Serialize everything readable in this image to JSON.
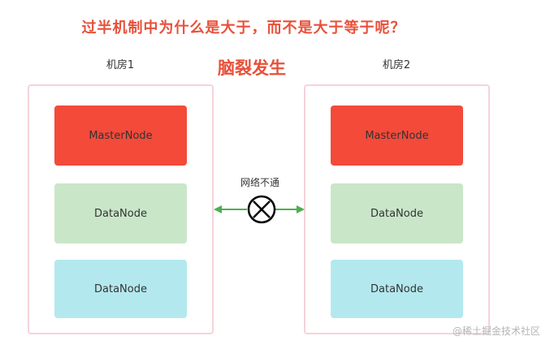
{
  "title": "过半机制中为什么是大于，而不是大于等于呢？",
  "subtitle": "脑裂发生",
  "rooms": [
    {
      "label": "机房1",
      "nodes": [
        "MasterNode",
        "DataNode",
        "DataNode"
      ]
    },
    {
      "label": "机房2",
      "nodes": [
        "MasterNode",
        "DataNode",
        "DataNode"
      ]
    }
  ],
  "network_label": "网络不通",
  "watermark": "@稀土掘金技术社区",
  "colors": {
    "title": "#e8503a",
    "master": "#f34a3a",
    "data_green": "#c9e6c9",
    "data_cyan": "#b3e9ee",
    "room_border": "#f6d3da",
    "arrow": "#4caf50"
  },
  "icons": [
    "broken-link-icon"
  ]
}
